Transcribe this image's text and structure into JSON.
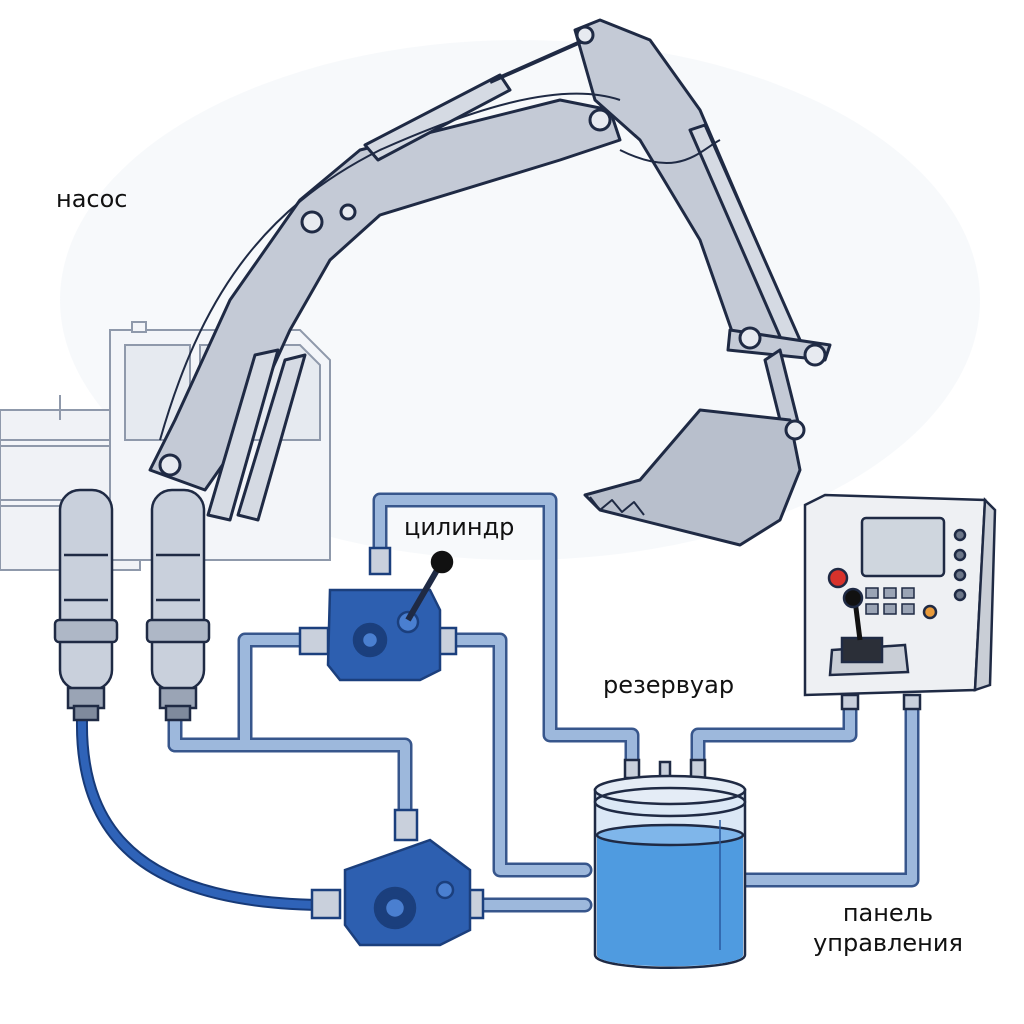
{
  "labels": {
    "pump": "насос",
    "cylinder": "цилиндр",
    "reservoir": "резервуар",
    "panel_line1": "панель",
    "panel_line2": "управления"
  },
  "colors": {
    "background": "#ffffff",
    "machine_fill": "#c4cad6",
    "machine_outline": "#1f2a44",
    "cabin_fill": "#f3f5f9",
    "pipe_fill": "#9db8dc",
    "pipe_outline": "#37568c",
    "hose_blue": "#2f63b8",
    "valve_blue": "#2d5fb0",
    "valve_dark": "#1b3f7d",
    "fluid_blue": "#4f9be0",
    "tank_glass": "#dbe8f6",
    "panel_fill": "#eef0f3",
    "screen": "#cfd6de",
    "red_button": "#d8322b",
    "orange_button": "#e89a3a"
  },
  "icons": {
    "accumulators": "cylinder-accumulator-icon",
    "valve": "control-valve-icon",
    "pump": "hydraulic-pump-icon",
    "reservoir": "reservoir-tank-icon",
    "panel": "control-panel-icon",
    "joystick": "joystick-icon"
  }
}
